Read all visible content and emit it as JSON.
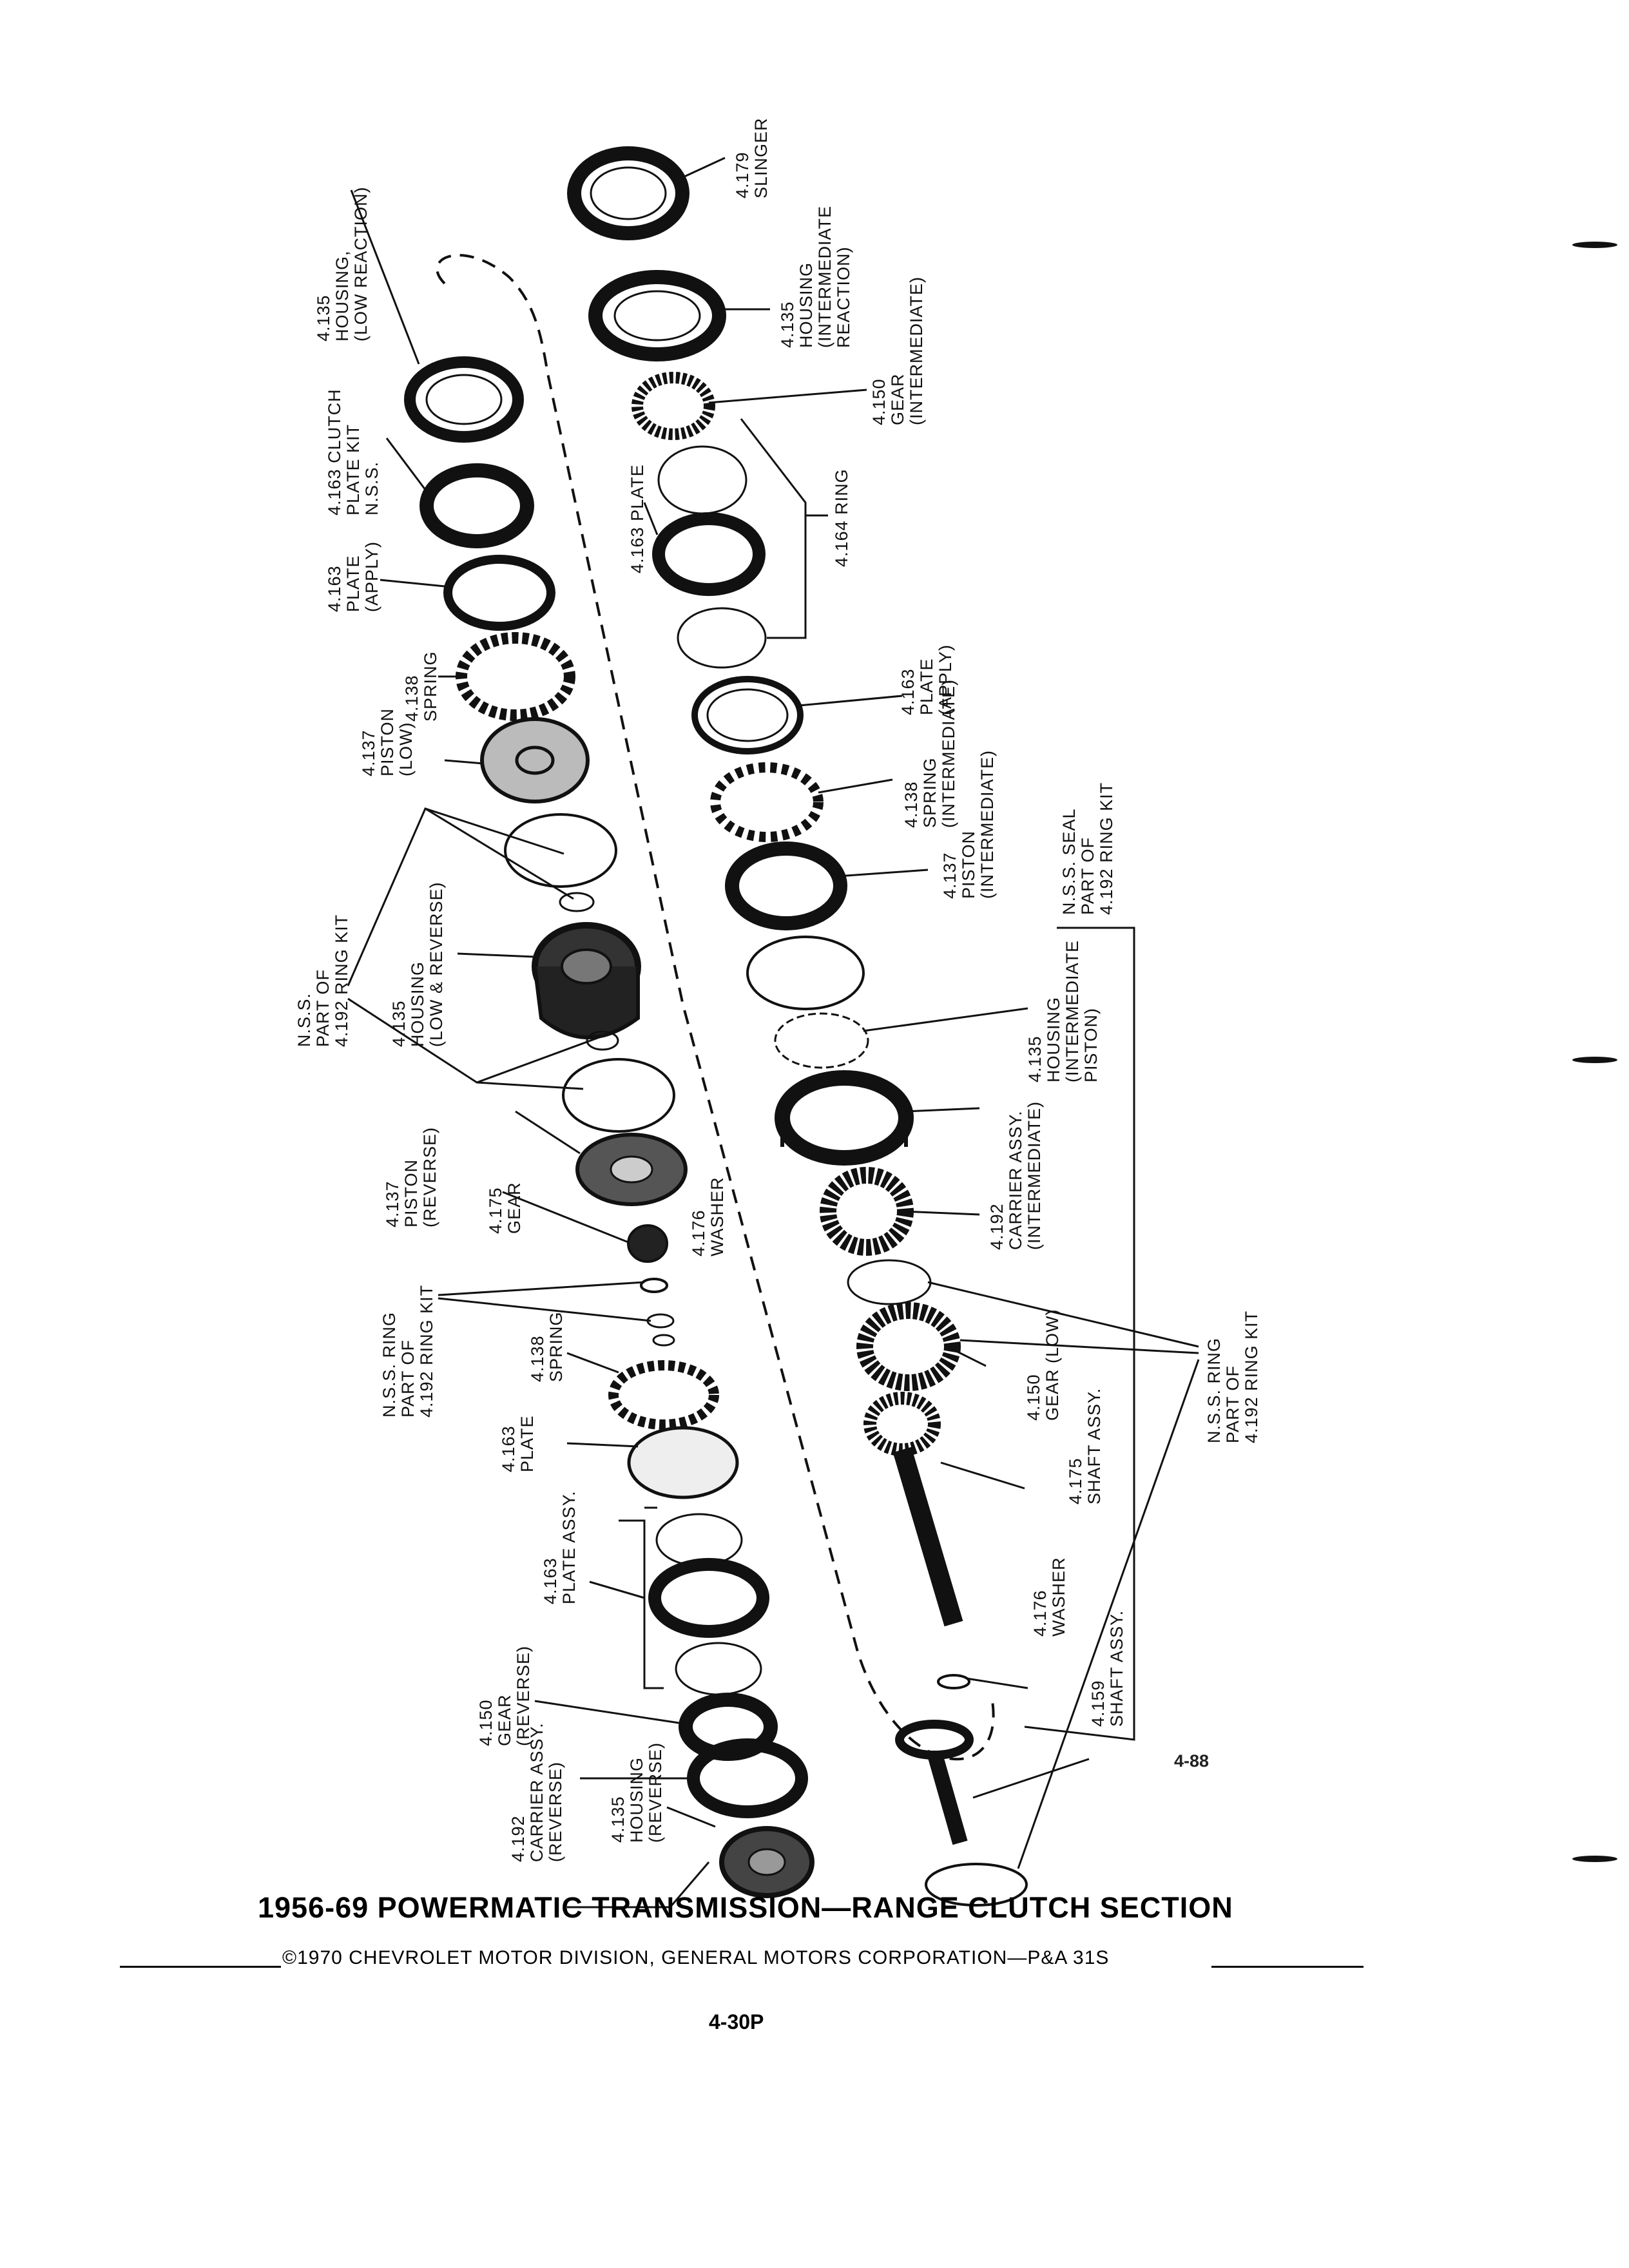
{
  "callouts": {
    "slinger": [
      "4.179",
      "SLINGER"
    ],
    "housing_int_reaction": [
      "4.135",
      "HOUSING",
      "(INTERMEDIATE",
      "REACTION)"
    ],
    "gear_intermediate": [
      "4.150",
      "GEAR",
      "(INTERMEDIATE)"
    ],
    "ring_164": [
      "4.164  RING"
    ],
    "plate_163_top": [
      "4.163  PLATE"
    ],
    "plate_apply_right": [
      "4.163",
      "PLATE",
      "(APPLY)"
    ],
    "spring_intermediate": [
      "4.138",
      "SPRING",
      "(INTERMEDIATE)"
    ],
    "piston_intermediate": [
      "4.137",
      "PISTON",
      "(INTERMEDIATE)"
    ],
    "nss_seal": [
      "N.S.S. SEAL",
      "PART OF",
      "4.192 RING KIT"
    ],
    "housing_int_piston": [
      "4.135",
      "HOUSING",
      "(INTERMEDIATE",
      "PISTON)"
    ],
    "carrier_intermediate": [
      "4.192",
      "CARRIER ASSY.",
      "(INTERMEDIATE)"
    ],
    "gear_low": [
      "4.150",
      "GEAR (LOW)"
    ],
    "shaft_175": [
      "4.175",
      "SHAFT ASSY."
    ],
    "washer_176_right": [
      "4.176",
      "WASHER"
    ],
    "shaft_159": [
      "4.159",
      "SHAFT ASSY."
    ],
    "nss_ring_right": [
      "N.S.S. RING",
      "PART OF",
      "4.192 RING KIT"
    ],
    "housing_low_reaction": [
      "4.135",
      "HOUSING,",
      "(LOW REACTION)"
    ],
    "clutch_plate_kit": [
      "4.163 CLUTCH",
      "PLATE KIT",
      "N.S.S."
    ],
    "plate_apply_left": [
      "4.163",
      "PLATE",
      "(APPLY)"
    ],
    "spring_138_left": [
      "4.138",
      "SPRING"
    ],
    "piston_low": [
      "4.137",
      "PISTON",
      "(LOW)"
    ],
    "nss_part_left": [
      "N.S.S.",
      "PART OF",
      "4.192 RING KIT"
    ],
    "housing_low_reverse": [
      "4.135",
      "HOUSING",
      "(LOW & REVERSE)"
    ],
    "piston_reverse": [
      "4.137",
      "PISTON",
      "(REVERSE)"
    ],
    "gear_175": [
      "4.175",
      "GEAR"
    ],
    "washer_176_left": [
      "4.176",
      "WASHER"
    ],
    "nss_ring_left": [
      "N.S.S. RING",
      "PART OF",
      "4.192 RING KIT"
    ],
    "spring_138_lower": [
      "4.138",
      "SPRING"
    ],
    "plate_163_lower": [
      "4.163",
      "PLATE"
    ],
    "plate_assy": [
      "4.163",
      "PLATE ASSY."
    ],
    "gear_reverse": [
      "4.150",
      "GEAR",
      "(REVERSE)"
    ],
    "housing_reverse": [
      "4.135",
      "HOUSING",
      "(REVERSE)"
    ],
    "carrier_reverse": [
      "4.192",
      "CARRIER ASSY.",
      "(REVERSE)"
    ]
  },
  "figure_number": "4-88",
  "title": "1956-69 POWERMATIC TRANSMISSION—RANGE CLUTCH SECTION",
  "copyright": "©1970 CHEVROLET MOTOR DIVISION, GENERAL MOTORS CORPORATION—P&A 31S",
  "page_number": "4-30P"
}
